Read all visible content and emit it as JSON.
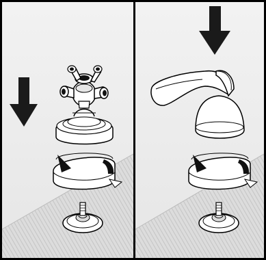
{
  "figure": {
    "panels": [
      {
        "id": "panel-left",
        "handle_type": "cross-handle",
        "rotation_direction": "clockwise"
      },
      {
        "id": "panel-right",
        "handle_type": "lever-handle",
        "rotation_direction": "clockwise"
      }
    ],
    "colors": {
      "outline": "#000000",
      "arrow_fill": "#1a1a1a",
      "deck_gray": "#cfcfcf",
      "wall_light": "#ececec",
      "background": "#ffffff"
    },
    "icons": [
      "down-arrow-icon",
      "rotation-arrow-icon",
      "cross-handle-icon",
      "lever-handle-icon",
      "valve-stem-icon"
    ]
  }
}
